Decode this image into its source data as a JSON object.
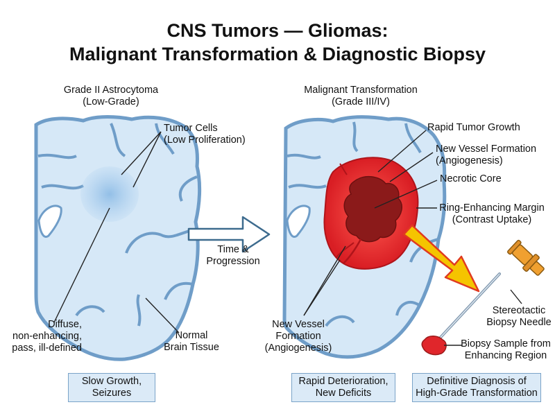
{
  "title": {
    "line1": "CNS Tumors — Gliomas:",
    "line2": "Malignant Transformation & Diagnostic Biopsy"
  },
  "left_panel": {
    "heading_line1": "Grade II Astrocytoma",
    "heading_line2": "(Low-Grade)",
    "tumor_cells_line1": "Tumor Cells",
    "tumor_cells_line2": "(Low Proliferation)",
    "diffuse_line1": "Diffuse,",
    "diffuse_line2": "non-enhancing,",
    "diffuse_line3": "pass, ill-defined",
    "normal_line1": "Normal",
    "normal_line2": "Brain Tissue",
    "box_line1": "Slow Growth,",
    "box_line2": "Seizures"
  },
  "arrow": {
    "line1": "Time &",
    "line2": "Progression"
  },
  "right_panel": {
    "heading_line1": "Malignant Transformation",
    "heading_line2": "(Grade III/IV)",
    "rapid_growth": "Rapid Tumor Growth",
    "new_vessel_line1": "New Vessel Formation",
    "new_vessel_line2": "(Angiogenesis)",
    "necrotic": "Necrotic Core",
    "ring_line1": "Ring-Enhancing Margin",
    "ring_line2": "(Contrast Uptake)",
    "vessel_bottom_line1": "New Vessel",
    "vessel_bottom_line2": "Formation",
    "vessel_bottom_line3": "(Angiogenesis)",
    "needle_line1": "Stereotactic",
    "needle_line2": "Biopsy Needle",
    "sample_line1": "Biopsy Sample from",
    "sample_line2": "Enhancing Region",
    "box1_line1": "Rapid Deterioration,",
    "box1_line2": "New Deficits",
    "box2_line1": "Definitive Diagnosis of",
    "box2_line2": "High-Grade Transformation"
  },
  "colors": {
    "brain_fill": "#d6e8f7",
    "brain_stroke": "#6f9dc8",
    "tumor_ring": "#e0262b",
    "necrotic": "#8b1a1a",
    "arrow_yellow": "#f5c400",
    "needle_orange": "#f0a030"
  }
}
